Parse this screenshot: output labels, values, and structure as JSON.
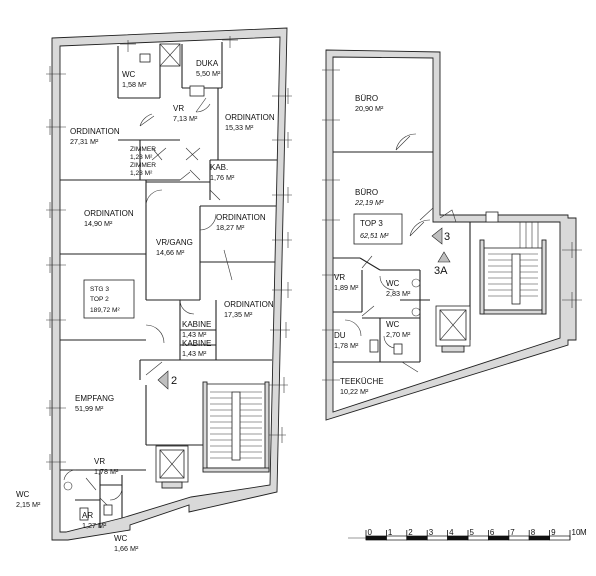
{
  "left_unit": {
    "rooms": [
      {
        "id": "wc-top",
        "name": "WC",
        "area": "1,58 M²"
      },
      {
        "id": "duka",
        "name": "DUKA",
        "area": "5,50 M²"
      },
      {
        "id": "vr-top",
        "name": "VR",
        "area": "7,13 M²"
      },
      {
        "id": "ordination-15",
        "name": "ORDINATION",
        "area": "15,33 M²"
      },
      {
        "id": "ordination-27",
        "name": "ORDINATION",
        "area": "27,31 M²"
      },
      {
        "id": "zimmer-1",
        "name": "ZIMMER",
        "area": "1,23 M²"
      },
      {
        "id": "zimmer-2",
        "name": "ZIMMER",
        "area": "1,23 M²"
      },
      {
        "id": "kab",
        "name": "KAB.",
        "area": "1,76 M²"
      },
      {
        "id": "ordination-14",
        "name": "ORDINATION",
        "area": "14,90 M²"
      },
      {
        "id": "vr-gang",
        "name": "VR/GANG",
        "area": "14,66 M²"
      },
      {
        "id": "ordination-18",
        "name": "ORDINATION",
        "area": "18,27 M²"
      },
      {
        "id": "ordination-17",
        "name": "ORDINATION",
        "area": "17,35 M²"
      },
      {
        "id": "kabine-1",
        "name": "KABINE",
        "area": "1,43 M²"
      },
      {
        "id": "kabine-2",
        "name": "KABINE",
        "area": "1,43 M²"
      },
      {
        "id": "empfang",
        "name": "EMPFANG",
        "area": "51,99 M²"
      },
      {
        "id": "vr-bottom",
        "name": "VR",
        "area": "1,78 M²"
      },
      {
        "id": "wc-left",
        "name": "WC",
        "area": "2,15 M²"
      },
      {
        "id": "ar",
        "name": "AR",
        "area": "1,27 M²"
      },
      {
        "id": "wc-bottom",
        "name": "WC",
        "area": "1,66 M²"
      }
    ],
    "unit_box": {
      "line1": "STG 3",
      "line2": "TOP 2",
      "line3": "189,72 M²"
    },
    "stair_label": "2"
  },
  "right_unit": {
    "rooms": [
      {
        "id": "buero-1",
        "name": "BÜRO",
        "area": "20,90 M²"
      },
      {
        "id": "buero-2",
        "name": "BÜRO",
        "area": "22,19 M²"
      },
      {
        "id": "vr",
        "name": "VR",
        "area": "1,89 M²"
      },
      {
        "id": "wc-1",
        "name": "WC",
        "area": "2,83 M²"
      },
      {
        "id": "wc-2",
        "name": "WC",
        "area": "2,70 M²"
      },
      {
        "id": "du",
        "name": "DU",
        "area": "1,78 M²"
      },
      {
        "id": "teekueche",
        "name": "TEEKÜCHE",
        "area": "10,22 M²"
      }
    ],
    "unit_box": {
      "line1": "TOP 3",
      "line2": "62,51 M²"
    },
    "stair_label_a": "3",
    "stair_label_b": "3A"
  },
  "scale_bar": {
    "ticks": [
      "0",
      "1",
      "2",
      "3",
      "4",
      "5",
      "6",
      "7",
      "8",
      "9",
      "10"
    ],
    "unit": "M"
  }
}
